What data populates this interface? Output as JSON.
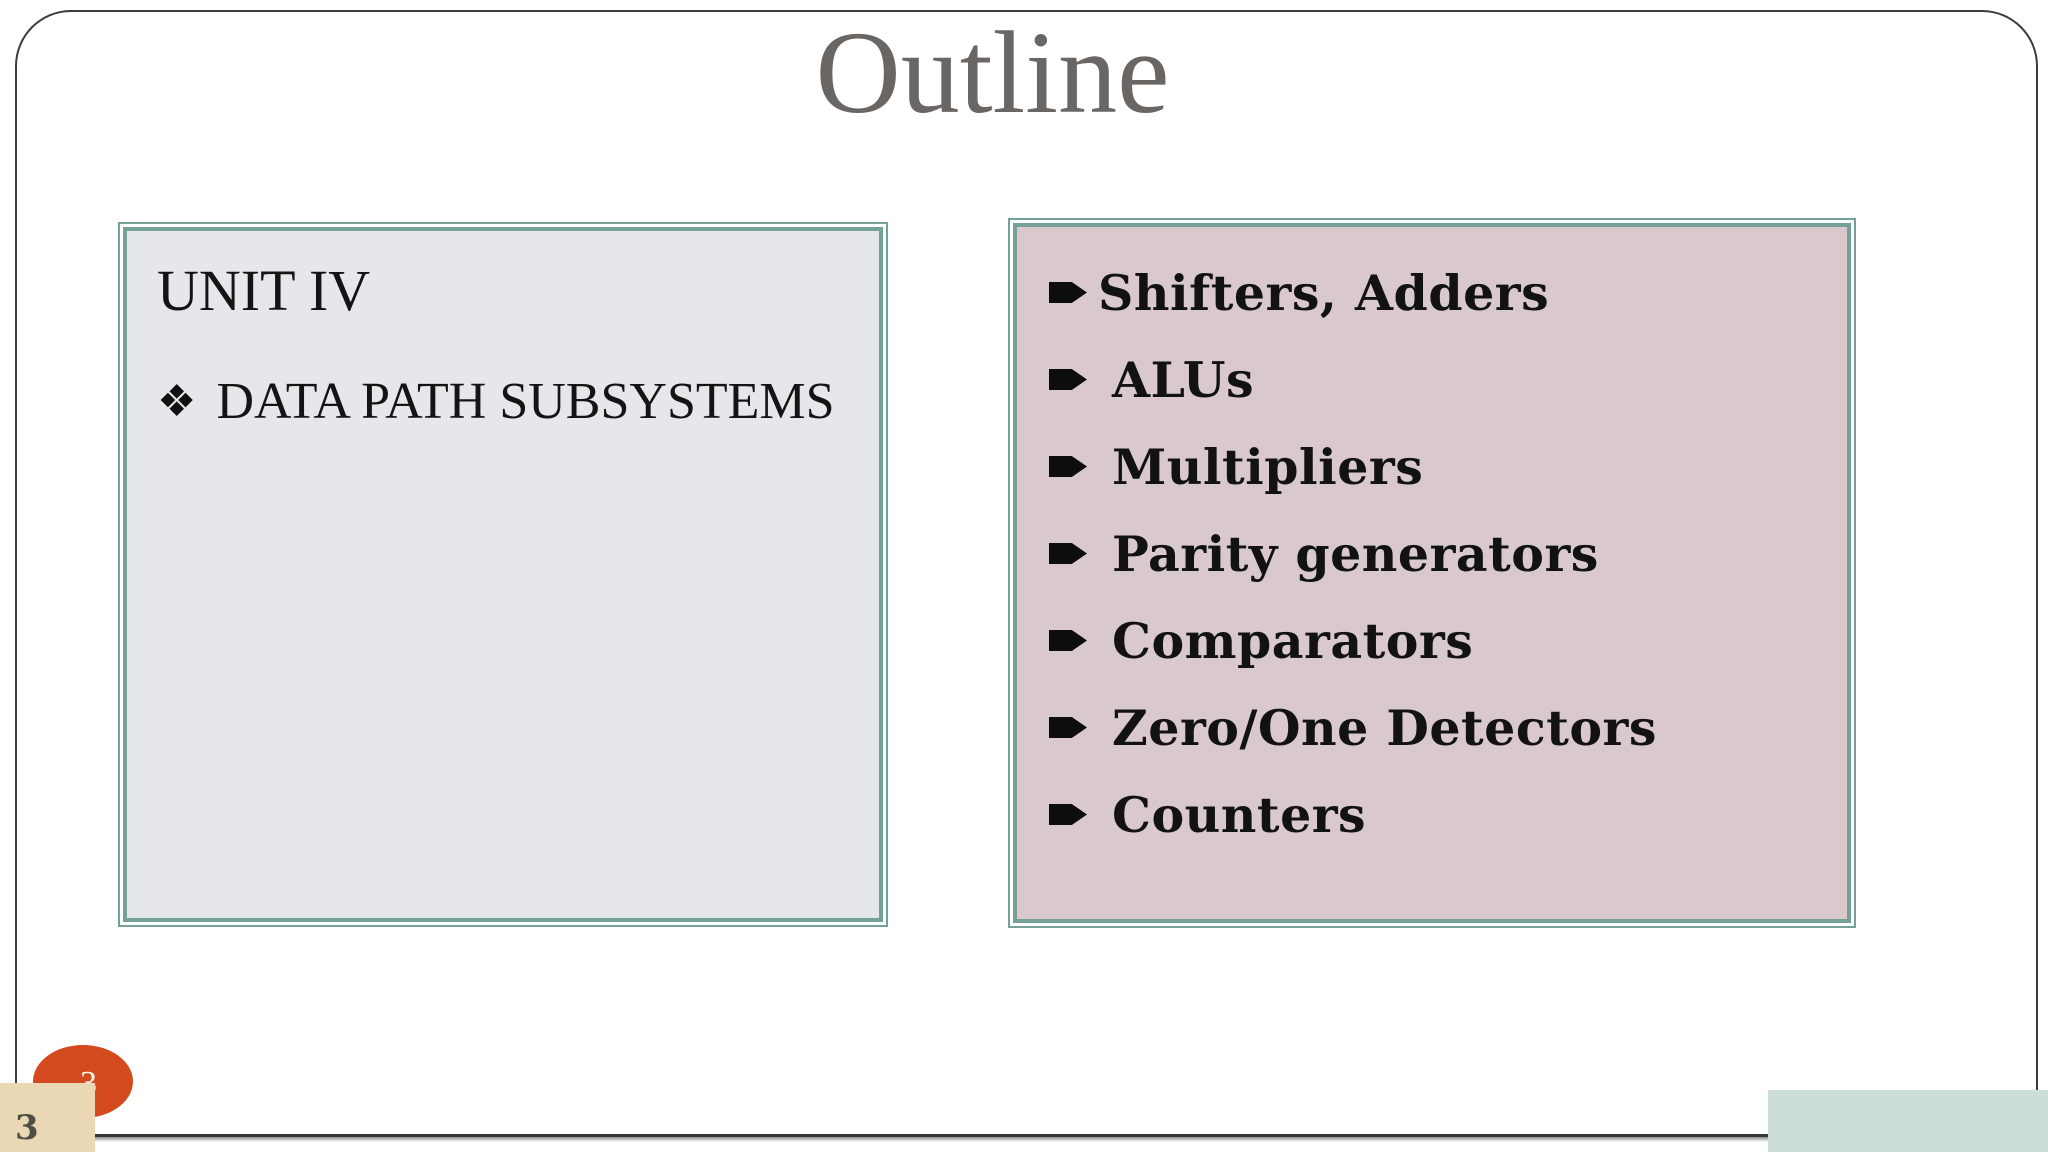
{
  "slide": {
    "title": "Outline",
    "page_number": "3"
  },
  "left_box": {
    "heading": "UNIT IV",
    "bullet_glyph": "❖",
    "item": "DATA PATH SUBSYSTEMS"
  },
  "right_box": {
    "items": [
      "Shifters, Adders",
      "ALUs",
      "Multipliers",
      "Parity generators",
      "Comparators",
      "Zero/One Detectors",
      "Counters"
    ]
  },
  "colors": {
    "title_text": "#6a6664",
    "body_text": "#141414",
    "left_box_fill": "#e5e7ea",
    "right_box_fill": "#d9c9cc",
    "box_border_teal": "#76a198",
    "slide_border": "#3c3c3c",
    "bottom_line": "#383838",
    "page_circle_orange": "#d24a1e",
    "page_circle_number": "#fcf4ec",
    "tan_square_fill": "#e9d8b3",
    "tan_square_number": "#4e4e45",
    "teal_rectangle_fill": "#cddeda"
  }
}
